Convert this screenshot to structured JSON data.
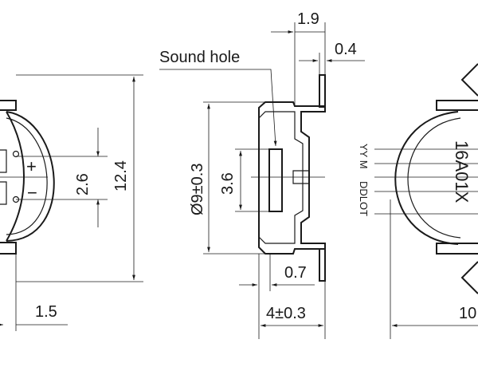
{
  "labels": {
    "sound_hole": "Sound hole",
    "dim_19": "1.9",
    "dim_04": "0.4",
    "dim_diam": "Ø9±0.3",
    "dim_36": "3.6",
    "dim_07": "0.7",
    "dim_4": "4±0.3",
    "dim_26": "2.6",
    "dim_124": "12.4",
    "dim_15": "1.5",
    "dim_10": "10",
    "plus": "+",
    "minus": "−",
    "marking_ym": "YY M",
    "marking_dd": "DDLOT",
    "part_code": "16A01X"
  }
}
